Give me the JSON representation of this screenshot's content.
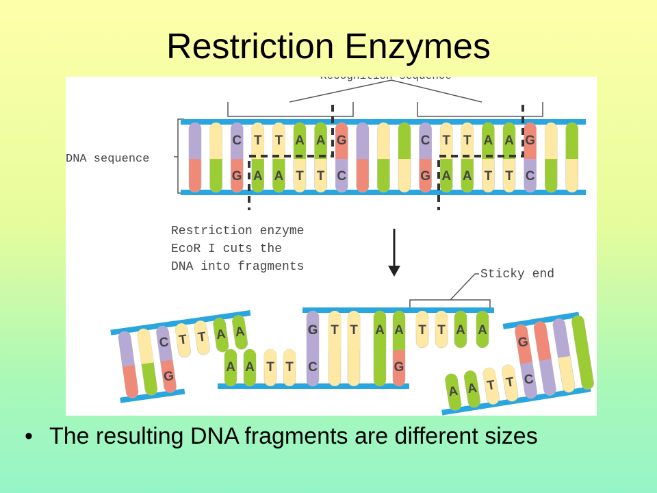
{
  "slide": {
    "title": "Restriction Enzymes",
    "bullet": "The resulting DNA fragments are different sizes"
  },
  "figure": {
    "top_label_partial": "Recognition sequence",
    "dna_label": "DNA sequence",
    "enzyme_caption": [
      "Restriction enzyme",
      "EcoR I cuts the",
      "DNA into fragments"
    ],
    "sticky_label": "Sticky end",
    "original_strand": {
      "top": [
        "",
        "",
        "C",
        "T",
        "T",
        "A",
        "A",
        "G",
        "",
        "",
        "",
        "C",
        "T",
        "T",
        "A",
        "A",
        "G",
        "",
        ""
      ],
      "bottom": [
        "",
        "",
        "G",
        "A",
        "A",
        "T",
        "T",
        "C",
        "",
        "",
        "",
        "G",
        "A",
        "A",
        "T",
        "T",
        "C",
        "",
        ""
      ]
    },
    "fragments": {
      "left": {
        "top": [
          "",
          "",
          "C",
          "T",
          "T",
          "A",
          "A"
        ],
        "bottom": [
          "",
          "",
          "G"
        ]
      },
      "middle": {
        "top": [
          "G",
          "",
          "",
          "",
          "C",
          "T",
          "T",
          "A",
          "A"
        ],
        "bottom": [
          "A",
          "A",
          "T",
          "T",
          "C",
          "",
          "",
          "",
          "G"
        ]
      },
      "right": {
        "top": [
          "G",
          "",
          "",
          ""
        ],
        "bottom": [
          "A",
          "A",
          "T",
          "T",
          "C"
        ]
      }
    },
    "colors": {
      "backbone": "#29a6dd",
      "purple": "#b6a9d4",
      "green": "#9ccc33",
      "yellow": "#fde9a4",
      "salmon": "#f08a78",
      "letter": "#444444"
    }
  }
}
